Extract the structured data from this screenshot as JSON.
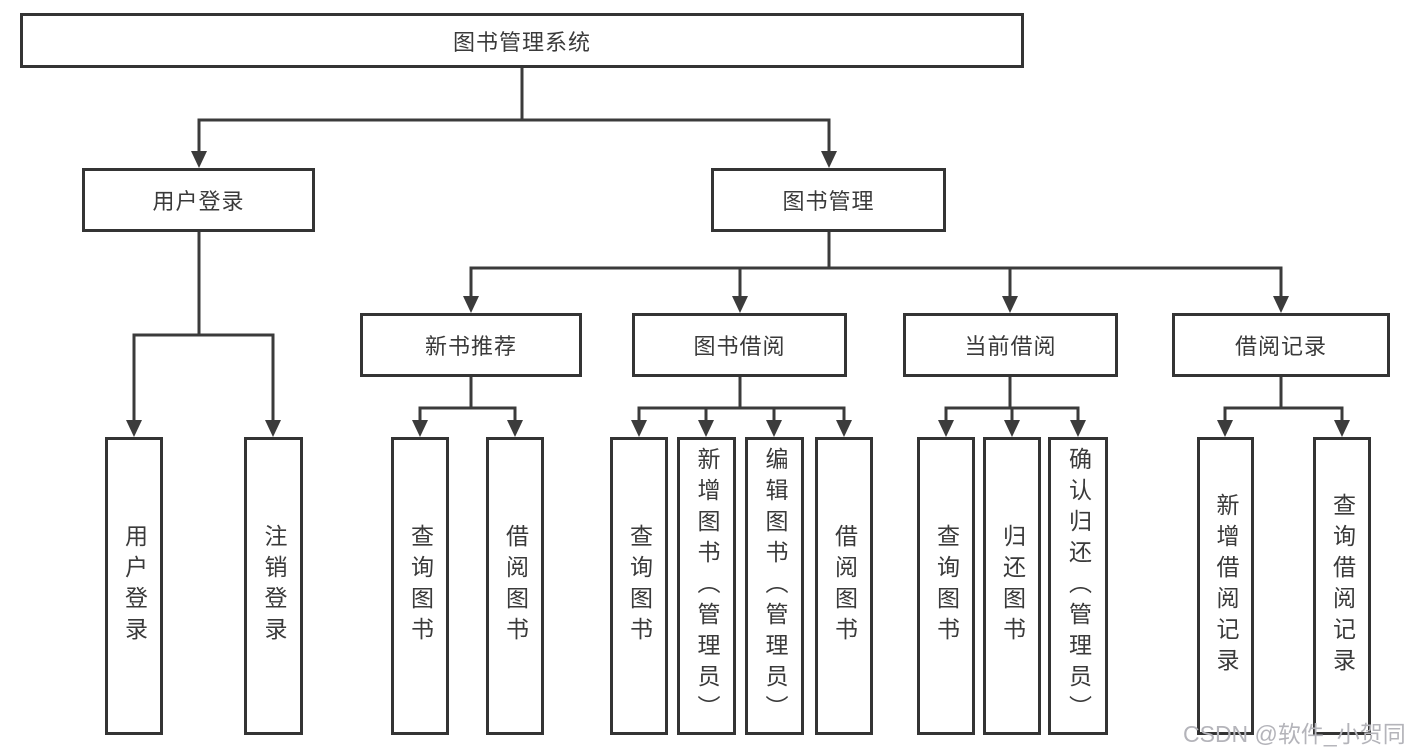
{
  "tree": {
    "label": "图书管理系统",
    "children": [
      {
        "label": "用户登录",
        "children": [
          {
            "label": "用户登录"
          },
          {
            "label": "注销登录"
          }
        ]
      },
      {
        "label": "图书管理",
        "children": [
          {
            "label": "新书推荐",
            "children": [
              {
                "label": "查询图书"
              },
              {
                "label": "借阅图书"
              }
            ]
          },
          {
            "label": "图书借阅",
            "children": [
              {
                "label": "查询图书"
              },
              {
                "label": "新增图书（管理员）"
              },
              {
                "label": "编辑图书（管理员）"
              },
              {
                "label": "借阅图书"
              }
            ]
          },
          {
            "label": "当前借阅",
            "children": [
              {
                "label": "查询图书"
              },
              {
                "label": "归还图书"
              },
              {
                "label": "确认归还（管理员）"
              }
            ]
          },
          {
            "label": "借阅记录",
            "children": [
              {
                "label": "新增借阅记录"
              },
              {
                "label": "查询借阅记录"
              }
            ]
          }
        ]
      }
    ]
  },
  "watermark": "CSDN @软件_小贺同学",
  "colors": {
    "background": "#ffffff",
    "line": "#3b3b3b",
    "box_border": "#343434",
    "text": "#3a3a3a",
    "watermark": "#b4b4ba"
  }
}
